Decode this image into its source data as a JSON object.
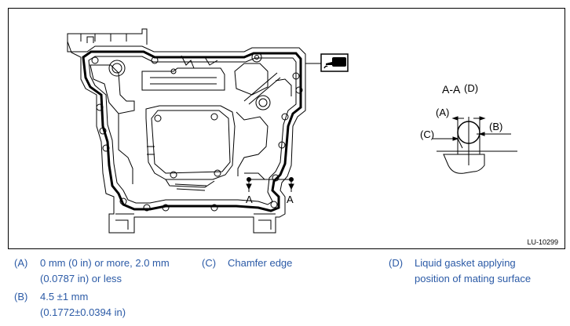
{
  "figure": {
    "figure_id": "LU-10299",
    "section_label": "A-A",
    "section_note": "(D)",
    "cut_marks": [
      "A",
      "A"
    ],
    "callouts": {
      "a": "(A)",
      "b": "(B)",
      "c": "(C)"
    },
    "icon": "liquid-gasket-tube-icon"
  },
  "legend": [
    {
      "key": "(A)",
      "lines": [
        "0 mm (0 in) or more, 2.0 mm",
        "(0.0787 in) or less"
      ]
    },
    {
      "key": "(B)",
      "lines": [
        "4.5 ±1 mm",
        "(0.1772±0.0394 in)"
      ]
    },
    {
      "key": "(C)",
      "lines": [
        "Chamfer edge"
      ]
    },
    {
      "key": "(D)",
      "lines": [
        "Liquid gasket applying",
        "position of mating surface"
      ]
    }
  ],
  "colors": {
    "legend_text": "#2b5aa6",
    "line": "#000000",
    "background": "#ffffff"
  }
}
